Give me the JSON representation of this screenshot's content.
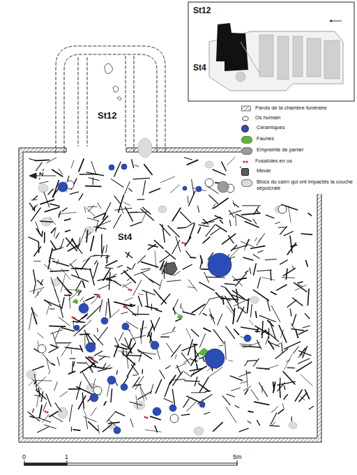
{
  "diagram": {
    "nodes": [
      {
        "text": [
          "St12"
        ]
      },
      {
        "text": [
          "St4"
        ]
      }
    ],
    "labels": [
      "St12",
      "St4",
      "0",
      "1",
      "5m",
      "N"
    ],
    "legend": [
      {
        "text": "Parois de la chambre funéraire"
      },
      {
        "text": "Os humain"
      },
      {
        "text": "Céramiques",
        "color": "#2a4db8"
      },
      {
        "text": "Faunes",
        "color": "#5cb82e"
      },
      {
        "text": "Empreinte de panier",
        "color": "#9a9a9a"
      },
      {
        "text": "Fusaïoles en os"
      },
      {
        "text": "Meule",
        "color": "#5e5e5e"
      },
      {
        "text": "Blocs du cairn qui ont impactés la couche sépulcrale",
        "color": "#dcdcdc"
      }
    ]
  }
}
